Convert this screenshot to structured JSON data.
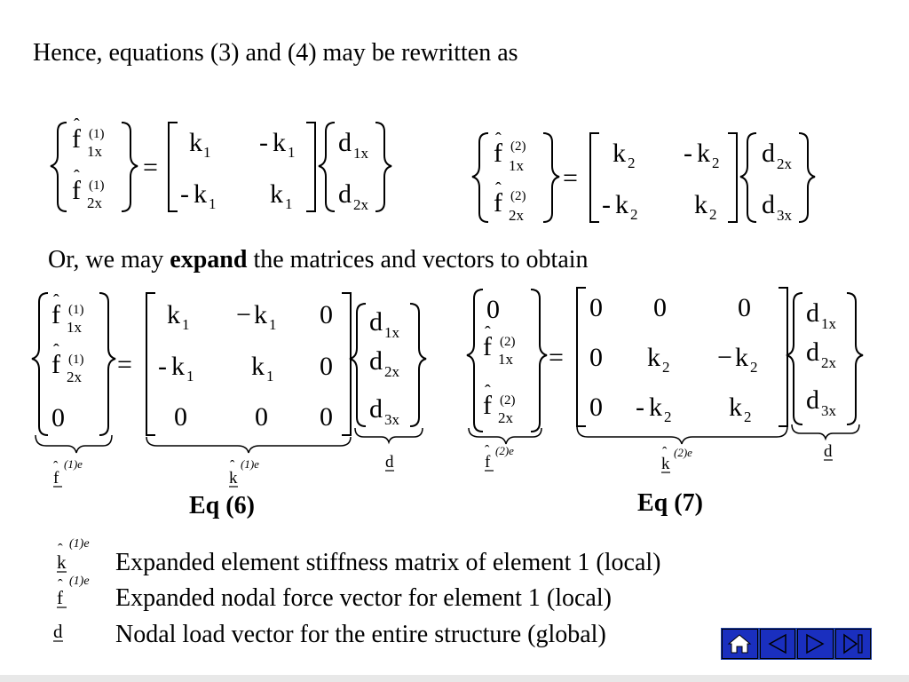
{
  "intro": "Hence, equations (3) and (4) may be rewritten as",
  "expand_pre": "Or, we may ",
  "expand_bold": "expand",
  "expand_post": " the matrices and vectors to obtain",
  "eq6_label": "Eq (6)",
  "eq7_label": "Eq (7)",
  "legend": [
    "Expanded element stiffness matrix of element 1 (local)",
    "Expanded nodal force vector for element 1 (local)",
    "Nodal load vector for the entire structure (global)"
  ],
  "math": {
    "f": "f",
    "k": "k",
    "d": "d",
    "zero": "0",
    "minus": "-",
    "minus_sign": "−",
    "eq": "=",
    "hat": "ˆ",
    "sup1": "(1)",
    "sup2": "(2)",
    "sup1e": "(1)e",
    "sup2e": "(2)e",
    "s1": "1",
    "s2": "2",
    "s1x": "1x",
    "s2x": "2x",
    "s3x": "3x"
  },
  "nav": {
    "buttons": [
      "home",
      "previous",
      "next",
      "last"
    ],
    "icons": [
      "home-icon",
      "triangle-left-icon",
      "triangle-right-icon",
      "skip-end-icon"
    ],
    "colors": {
      "bar": "#1f3fa6",
      "button": "#1a2fbf",
      "icon": "#ffffff"
    }
  }
}
